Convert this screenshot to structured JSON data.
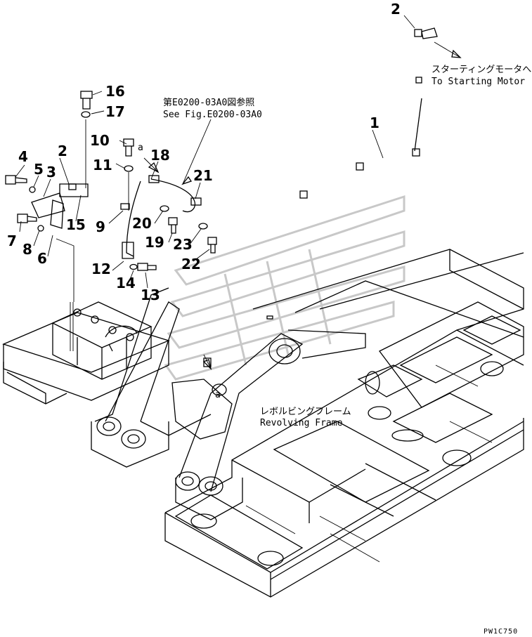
{
  "callouts": [
    {
      "id": "c1",
      "label": "1"
    },
    {
      "id": "c2a",
      "label": "2"
    },
    {
      "id": "c2b",
      "label": "2"
    },
    {
      "id": "c3",
      "label": "3"
    },
    {
      "id": "c4",
      "label": "4"
    },
    {
      "id": "c5",
      "label": "5"
    },
    {
      "id": "c6",
      "label": "6"
    },
    {
      "id": "c7",
      "label": "7"
    },
    {
      "id": "c8",
      "label": "8"
    },
    {
      "id": "c9",
      "label": "9"
    },
    {
      "id": "c10",
      "label": "10"
    },
    {
      "id": "c11",
      "label": "11"
    },
    {
      "id": "c12",
      "label": "12"
    },
    {
      "id": "c13",
      "label": "13"
    },
    {
      "id": "c14",
      "label": "14"
    },
    {
      "id": "c15",
      "label": "15"
    },
    {
      "id": "c16",
      "label": "16"
    },
    {
      "id": "c17",
      "label": "17"
    },
    {
      "id": "c18",
      "label": "18"
    },
    {
      "id": "c19",
      "label": "19"
    },
    {
      "id": "c20",
      "label": "20"
    },
    {
      "id": "c21",
      "label": "21"
    },
    {
      "id": "c22",
      "label": "22"
    },
    {
      "id": "c23",
      "label": "23"
    }
  ],
  "notes": {
    "ref_jp": "第E0200-03A0図参照",
    "ref_en": "See Fig.E0200-03A0",
    "starter_jp": "スターティングモータへ",
    "starter_en": "To Starting Motor",
    "frame_jp": "レボルビングフレーム",
    "frame_en": "Revolving Frame",
    "mark_a1": "a",
    "mark_a2": "a"
  },
  "drawing_code": "PW1C750"
}
